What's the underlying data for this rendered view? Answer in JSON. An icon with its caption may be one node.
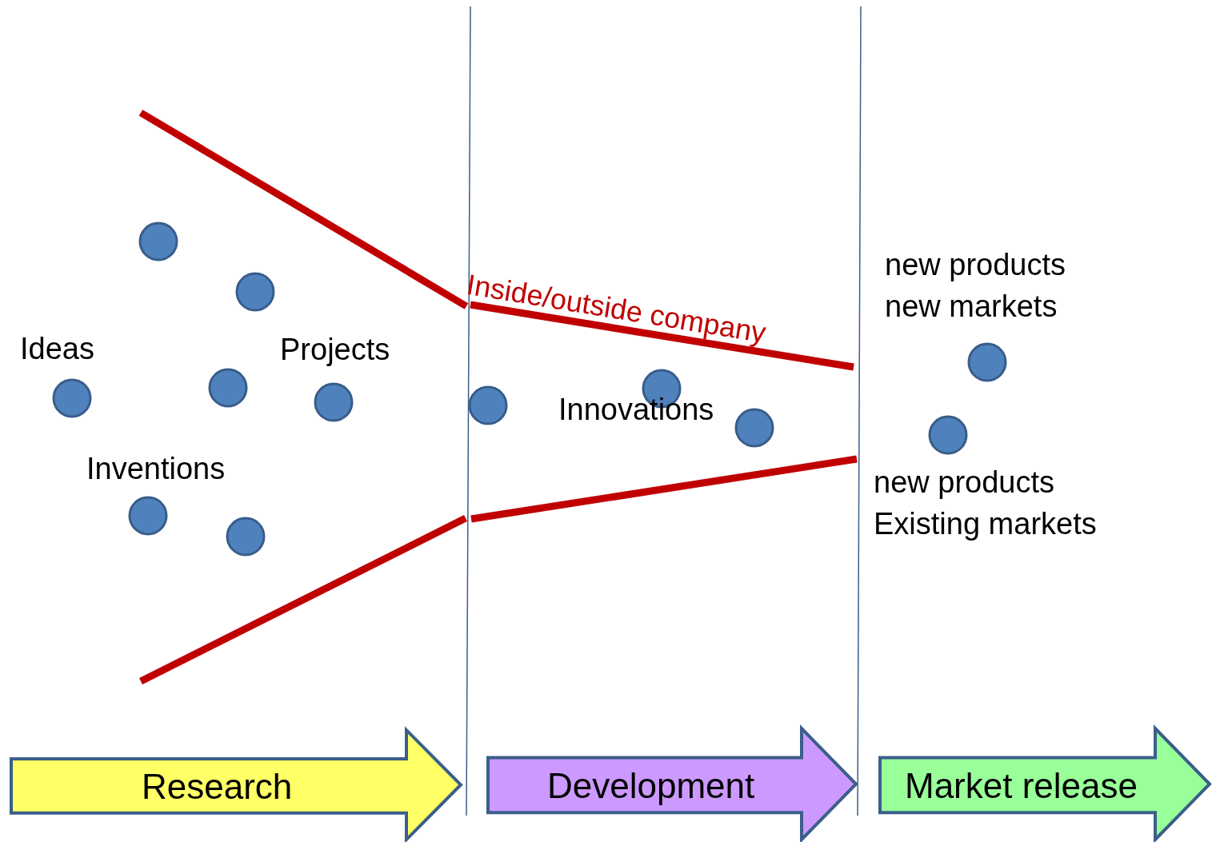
{
  "diagram": {
    "nodes": [
      {
        "text": [
          "Research"
        ]
      },
      {
        "text": [
          "Development"
        ]
      },
      {
        "text": [
          "Market release"
        ]
      }
    ],
    "labels": [
      "Ideas",
      "Projects",
      "Inside/outside company",
      "new products new markets",
      "Innovations",
      "Inventions",
      "new products Existing markets"
    ]
  }
}
